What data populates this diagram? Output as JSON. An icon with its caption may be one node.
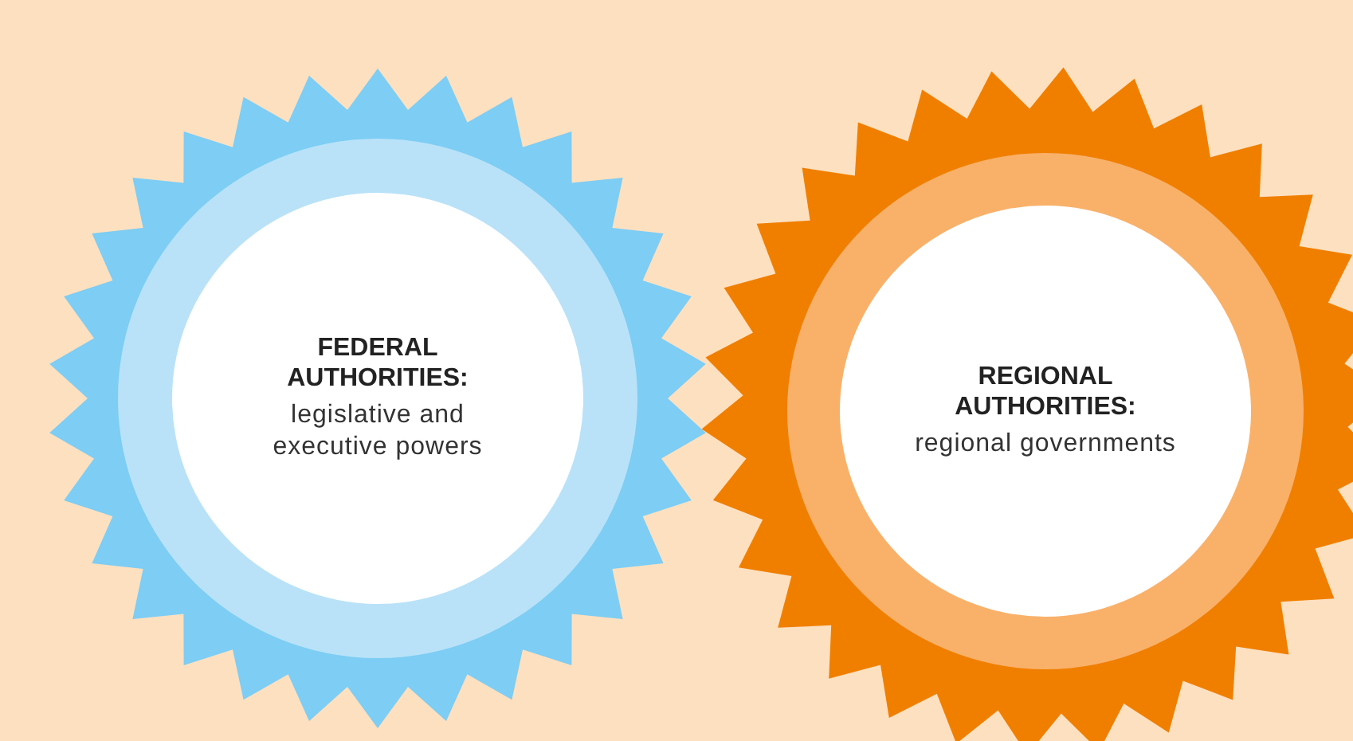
{
  "diagram": {
    "nodes": [
      {
        "text": [
          "FEDERAL AUTHORITIES:",
          "legislative and executive powers"
        ]
      },
      {
        "text": [
          "REGIONAL AUTHORITIES:",
          "regional governments"
        ]
      }
    ]
  }
}
